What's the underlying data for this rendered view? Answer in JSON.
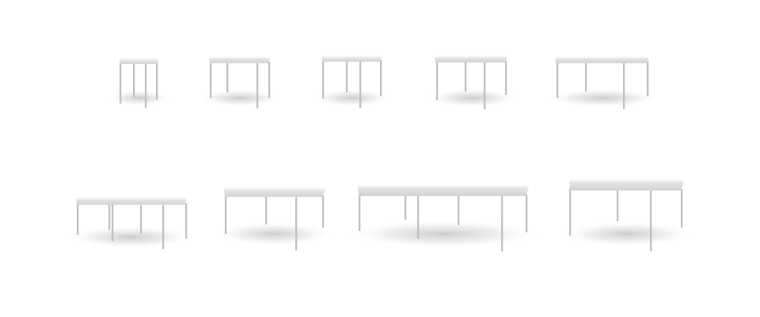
{
  "scene": {
    "description_free": true,
    "background_color": "#ffffff",
    "table_top_color": "#f7f7f7",
    "table_edge_color": "#dcdcdc",
    "leg_color": "#b9b9b9",
    "shadow_color": "#9a9a9a"
  },
  "tables": [
    {
      "id": "table-1",
      "caption": ""
    },
    {
      "id": "table-2",
      "caption": ""
    },
    {
      "id": "table-3",
      "caption": ""
    },
    {
      "id": "table-4",
      "caption": ""
    },
    {
      "id": "table-5",
      "caption": ""
    },
    {
      "id": "table-6",
      "caption": ""
    },
    {
      "id": "table-7",
      "caption": ""
    },
    {
      "id": "table-8",
      "caption": ""
    },
    {
      "id": "table-9",
      "caption": ""
    }
  ]
}
